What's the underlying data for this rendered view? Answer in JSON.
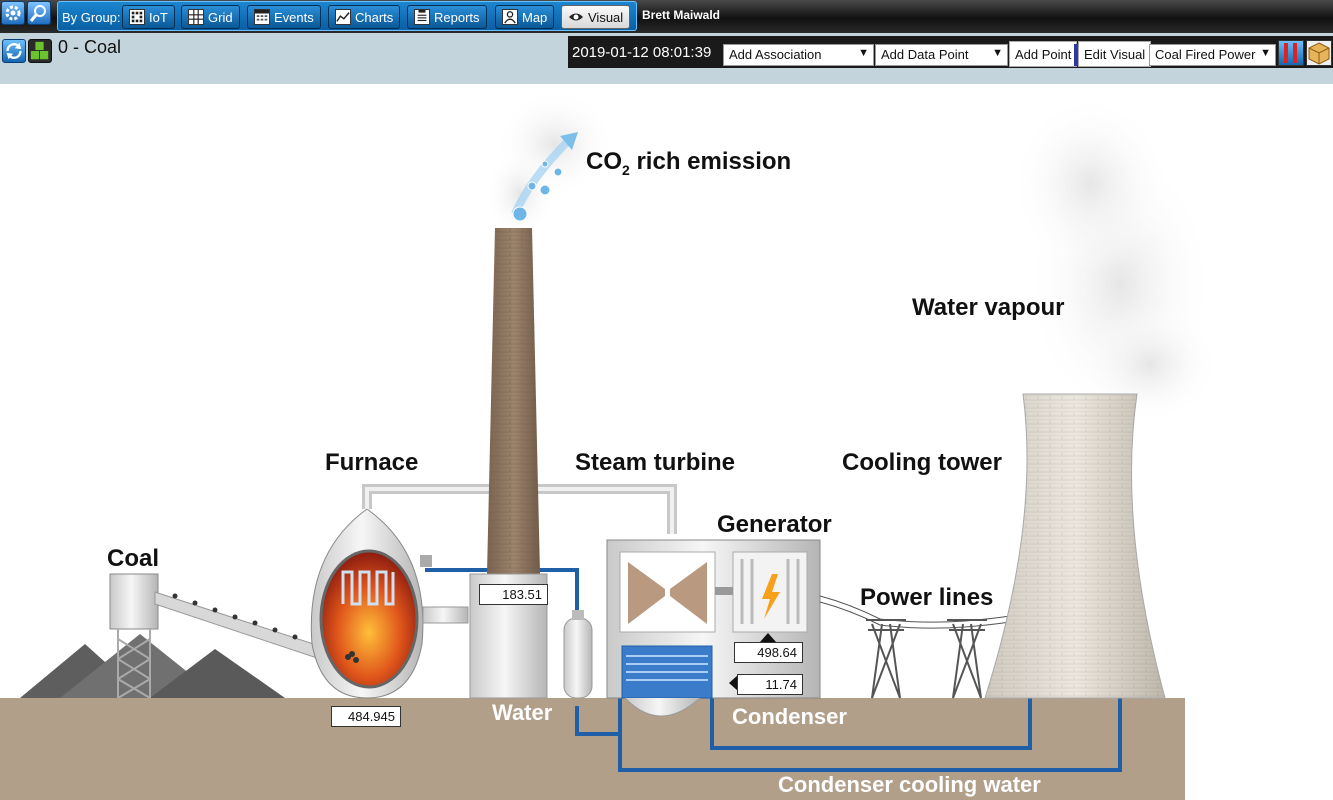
{
  "topbar": {
    "group_label": "By Group:",
    "buttons": [
      {
        "label": "IoT",
        "icon": "iot-grid-icon"
      },
      {
        "label": "Grid",
        "icon": "grid-icon"
      },
      {
        "label": "Events",
        "icon": "calendar-icon"
      },
      {
        "label": "Charts",
        "icon": "chart-icon"
      },
      {
        "label": "Reports",
        "icon": "clipboard-icon"
      },
      {
        "label": "Map",
        "icon": "map-person-icon"
      },
      {
        "label": "Visual",
        "icon": "eye-icon"
      }
    ],
    "active_button": "Visual",
    "user": "Brett Maiwald"
  },
  "subbar": {
    "title": "0 - Coal",
    "timestamp": "2019-01-12 08:01:39",
    "association_select": "Add Association",
    "datapoint_select": "Add Data Point",
    "add_point": "Add Point",
    "edit_visual": "Edit Visual",
    "visual_select": "Coal Fired Power"
  },
  "diagram": {
    "labels": {
      "co2_main": "CO",
      "co2_sub": "2",
      "co2_rest": " rich emission",
      "water_vapour": "Water vapour",
      "furnace": "Furnace",
      "steam_turbine": "Steam turbine",
      "cooling_tower": "Cooling tower",
      "generator": "Generator",
      "coal": "Coal",
      "power_lines": "Power lines",
      "water": "Water",
      "condenser": "Condenser",
      "condenser_cooling_water": "Condenser cooling water"
    },
    "values": {
      "stack": "183.51",
      "furnace": "484.945",
      "generator_out": "498.64",
      "condenser_in": "11.74"
    }
  },
  "colors": {
    "topbar_accent": "#1b86d0",
    "subbar_bg": "#c3d4dc",
    "ground": "#b29f8a",
    "pipe_blue": "#1f5fa8",
    "stack_brown": "#8a735e"
  }
}
